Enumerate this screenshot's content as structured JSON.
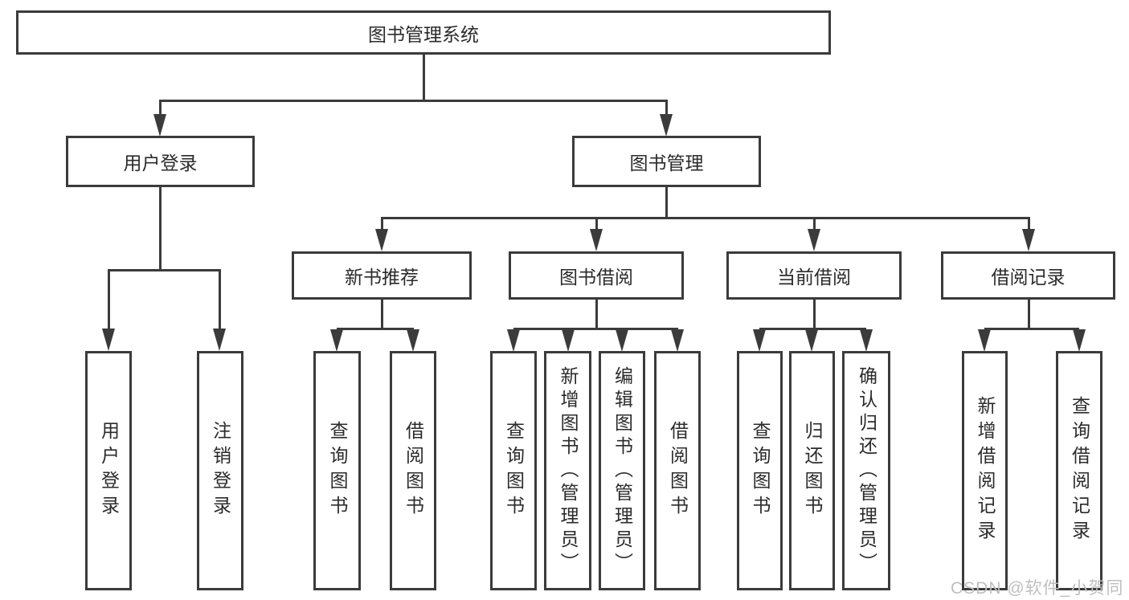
{
  "tree": {
    "root": "图书管理系统",
    "branches": [
      {
        "label": "用户登录",
        "leaves": [
          "用户登录",
          "注销登录"
        ]
      },
      {
        "label": "图书管理",
        "groups": [
          {
            "label": "新书推荐",
            "leaves": [
              "查询图书",
              "借阅图书"
            ]
          },
          {
            "label": "图书借阅",
            "leaves": [
              "查询图书",
              "新增图书（管理员）",
              "编辑图书（管理员）",
              "借阅图书"
            ]
          },
          {
            "label": "当前借阅",
            "leaves": [
              "查询图书",
              "归还图书",
              "确认归还（管理员）"
            ]
          },
          {
            "label": "借阅记录",
            "leaves": [
              "新增借阅记录",
              "查询借阅记录"
            ]
          }
        ]
      }
    ]
  },
  "watermark": {
    "text": "CSDN @软件_小贺同学"
  },
  "colors": {
    "line": "#3b3b3b",
    "text": "#2b2b2b",
    "background": "#ffffff",
    "watermark": "#bfbfbf"
  }
}
